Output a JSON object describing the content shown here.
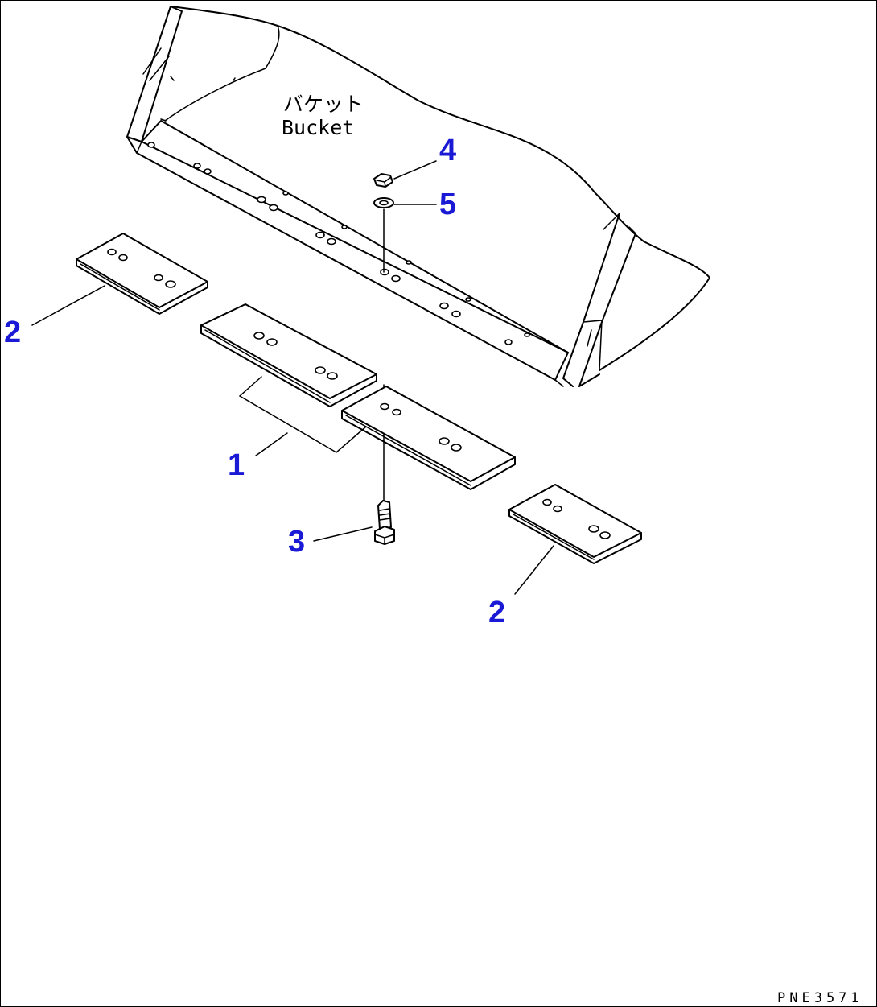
{
  "bucket": {
    "label_jp": "バケット",
    "label_en": "Bucket"
  },
  "callouts": {
    "c1": "1",
    "c2a": "2",
    "c2b": "2",
    "c3": "3",
    "c4": "4",
    "c5": "5"
  },
  "drawing_number": "PNE3571",
  "colors": {
    "callout": "#1a1ad6",
    "line": "#000000",
    "background": "#ffffff"
  }
}
